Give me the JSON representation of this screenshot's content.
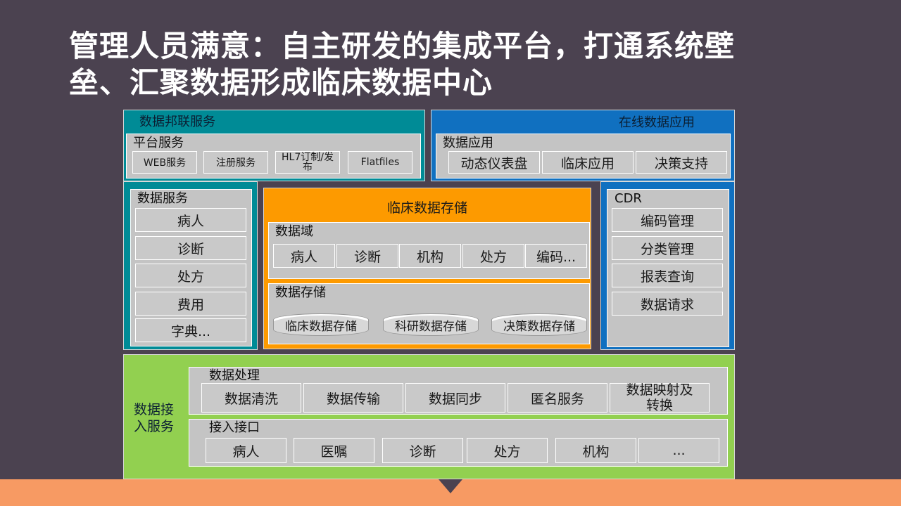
{
  "title": {
    "line1": "管理人员满意：自主研发的集成平台，打通系统壁",
    "line2": "垒、汇聚数据形成临床数据中心"
  },
  "federation": {
    "label": "数据邦联服务",
    "platform_label": "平台服务",
    "items": [
      "WEB服务",
      "注册服务",
      "HL7订制/发布",
      "Flatfiles"
    ]
  },
  "online": {
    "label": "在线数据应用",
    "apps_label": "数据应用",
    "items": [
      "动态仪表盘",
      "临床应用",
      "决策支持"
    ]
  },
  "data_service": {
    "label": "数据服务",
    "items": [
      "病人",
      "诊断",
      "处方",
      "费用",
      "字典..."
    ]
  },
  "clinical": {
    "label": "临床数据存储",
    "domain_label": "数据域",
    "domain_items": [
      "病人",
      "诊断",
      "机构",
      "处方",
      "编码..."
    ],
    "storage_label": "数据存储",
    "storage_items": [
      "临床数据存储",
      "科研数据存储",
      "决策数据存储"
    ]
  },
  "cdr": {
    "label": "CDR",
    "items": [
      "编码管理",
      "分类管理",
      "报表查询",
      "数据请求"
    ]
  },
  "access": {
    "label": "数据接入服务",
    "processing_label": "数据处理",
    "processing_items": [
      "数据清洗",
      "数据传输",
      "数据同步",
      "匿名服务",
      "数据映射及转换"
    ],
    "interface_label": "接入接口",
    "interface_items": [
      "病人",
      "医嘱",
      "诊断",
      "处方",
      "机构",
      "..."
    ]
  },
  "colors": {
    "background": "#4b4250",
    "teal": "#008b96",
    "blue": "#1070c0",
    "orange": "#fd9a00",
    "green": "#92d050",
    "footer": "#f79a63"
  }
}
